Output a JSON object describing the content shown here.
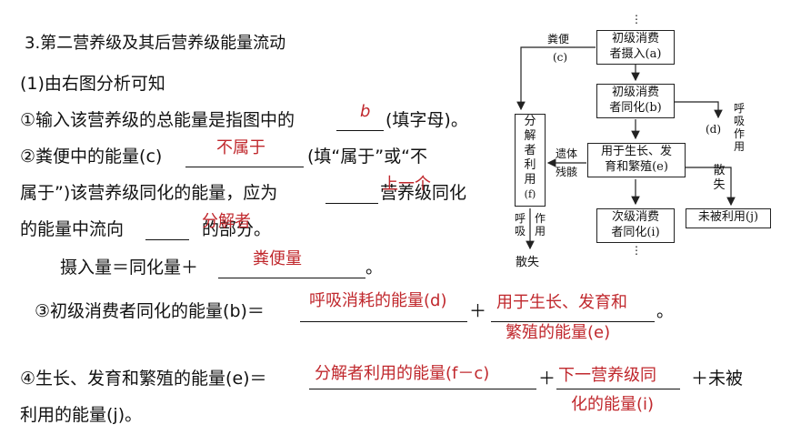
{
  "heading": "3.第二营养级及其后营养级能量流动",
  "sub1": "(1)由右图分析可知",
  "q1": {
    "pre": "①输入该营养级的总能量是指图中的",
    "post": "(填字母)。",
    "answer": "b"
  },
  "q2": {
    "pre": "②粪便中的能量(c)",
    "post1": "(填“属于”或“不",
    "line2a": "属于”)该营养级同化的能量，应为",
    "line2b": "营养级同化",
    "line3a": "的能量中流向",
    "line3b": "的部分。",
    "answer_belong": "不属于",
    "answer_level": "上一个",
    "answer_flow": "分解者"
  },
  "q2b": {
    "pre": "摄入量＝同化量＋",
    "post": "。",
    "answer": "粪便量"
  },
  "q3": {
    "pre": "③初级消费者同化的能量(b)＝",
    "plus": "＋",
    "post": "。",
    "answer1": "呼吸消耗的能量(d)",
    "answer2a": "用于生长、发育和",
    "answer2b": "繁殖的能量(e)"
  },
  "q4": {
    "pre": "④生长、发育和繁殖的能量(e)＝",
    "plus": "＋",
    "post": "＋未被",
    "line2": "利用的能量(j)。",
    "answer1": "分解者利用的能量(f－c)",
    "answer2a": "下一营养级同",
    "answer2b": "化的能量(i)"
  },
  "diagram": {
    "ellipsis_top": "⋮",
    "ellipsis_bottom": "⋮",
    "box_intake": [
      "初级消费",
      "者摄入(a)"
    ],
    "box_assim": [
      "初级消费",
      "者同化(b)"
    ],
    "box_growth": [
      "用于生长、发",
      "育和繁殖(e)"
    ],
    "box_next": [
      "次级消费",
      "者同化(i)"
    ],
    "box_unused": "未被利用(j)",
    "box_decomp": [
      "分",
      "解",
      "者",
      "利",
      "用",
      "(f)"
    ],
    "label_feces": "粪便",
    "label_c": "(c)",
    "label_remains_1": "遗体",
    "label_remains_2": "残骸",
    "label_d": "(d)",
    "label_resp_right": [
      "呼",
      "吸",
      "作",
      "用"
    ],
    "label_dissipate_right": [
      "散",
      "失"
    ],
    "label_resp_left_a": [
      "呼",
      "吸"
    ],
    "label_resp_left_b": [
      "作",
      "用"
    ],
    "label_dissipate_left": "散失"
  }
}
